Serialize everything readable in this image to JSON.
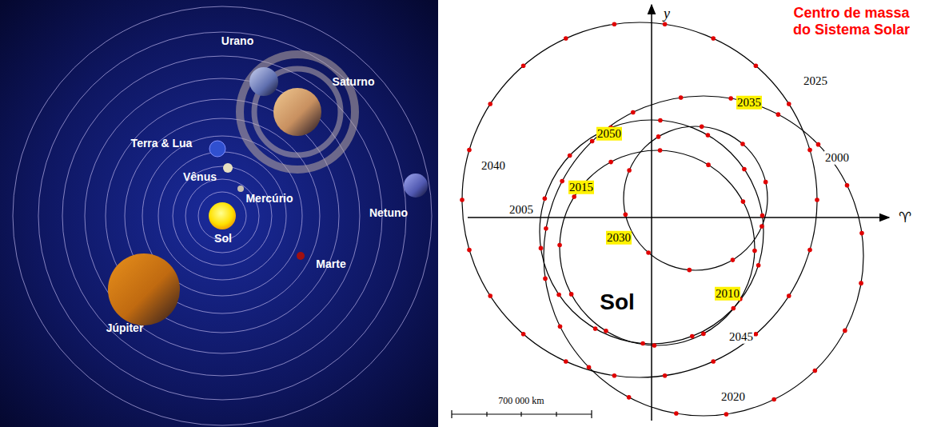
{
  "diagram": {
    "title": "Centro de massa do Sistema Solar",
    "nodes": [
      {
        "text": [
          "Sol"
        ]
      }
    ],
    "labels": [
      "Urano",
      "Saturno",
      "Terra & Lua",
      "Vênus",
      "Mercúrio",
      "Sol",
      "Netuno",
      "Marte",
      "Júpiter",
      "y",
      "♈",
      "2000",
      "2005",
      "2010",
      "2015",
      "2020",
      "2025",
      "2030",
      "2035",
      "2040",
      "2045",
      "2050",
      "700 000 km"
    ]
  }
}
